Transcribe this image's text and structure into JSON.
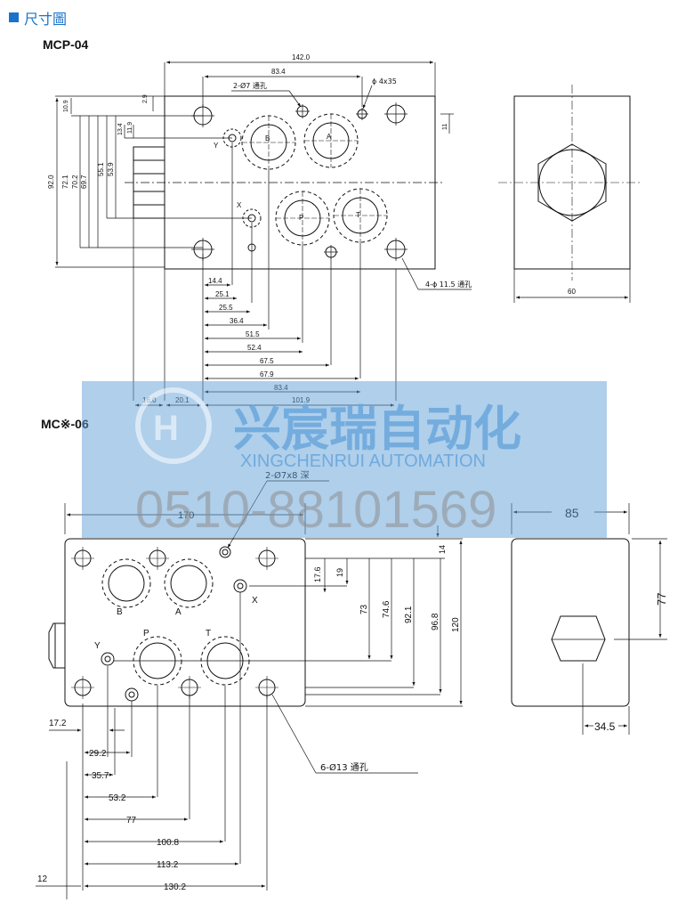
{
  "header": {
    "title": "尺寸圖"
  },
  "models": {
    "top": "MCP-04",
    "bottom": "MC※-06"
  },
  "watermark": {
    "company_cn": "兴宸瑞自动化",
    "company_en": "XINGCHENRUI AUTOMATION",
    "phone": "0510-88101569",
    "color": "#5f9fd8"
  },
  "top": {
    "dims": {
      "width": "142.0",
      "a": "83.4",
      "thru": "2-Ø7 通孔",
      "phi": "ϕ 4x35",
      "v_2_9": "2.9",
      "v_10_9": "10.9",
      "v_13_4": "13.4",
      "v_11_9": "11.9",
      "v_11": "11",
      "v_92": "92.0",
      "v_72_1": "72.1",
      "v_70_2": "70.2",
      "v_69_7": "69.7",
      "v_55_1": "55.1",
      "v_53_9": "53.9",
      "h_14_4": "14.4",
      "h_25_1": "25.1",
      "h_25_5": "25.5",
      "h_36_4": "36.4",
      "h_51_5": "51.5",
      "h_52_4": "52.4",
      "h_67_5": "67.5",
      "h_67_9": "67.9",
      "h_83_4": "83.4",
      "h_16": "16.0",
      "h_20_1": "20.1",
      "h_101_9": "101.9",
      "mount": "4-ϕ 11.5 通孔",
      "side_w": "60"
    },
    "ports": {
      "b": "B",
      "a": "A",
      "p": "P",
      "t": "T",
      "x": "X",
      "y": "Y"
    }
  },
  "bottom": {
    "dims": {
      "width": "170",
      "deep": "2-Ø7x8 深",
      "side_w": "85",
      "side_h": "77",
      "side_c": "34.5",
      "v_14": "14",
      "v_17_6": "17.6",
      "v_19": "19",
      "v_73": "73",
      "v_74_6": "74.6",
      "v_92_1": "92.1",
      "v_96_8": "96.8",
      "v_120": "120",
      "h_17_2": "17.2",
      "h_29_2": "29.2",
      "h_35_7": "35.7",
      "h_53_2": "53.2",
      "h_77": "77",
      "h_100_8": "100.8",
      "h_113_2": "113.2",
      "h_130_2": "130.2",
      "h_12": "12",
      "mount": "6-Ø13 通孔"
    },
    "ports": {
      "b": "B",
      "a": "A",
      "x": "X",
      "y": "Y",
      "p": "P",
      "t": "T"
    }
  }
}
